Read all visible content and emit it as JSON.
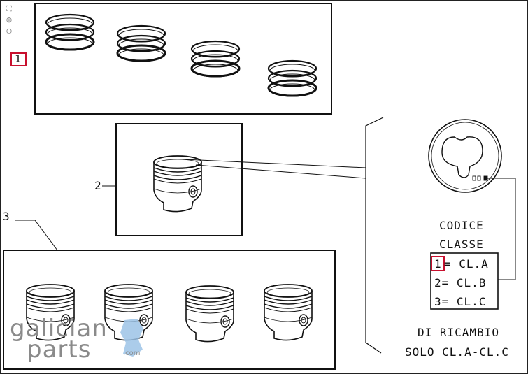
{
  "viewer": {
    "icons": [
      "fit-page-icon",
      "zoom-in-icon",
      "zoom-out-icon"
    ]
  },
  "callouts": {
    "ref_1": "1",
    "ref_2": "2",
    "ref_3": "3"
  },
  "legend": {
    "line1": "CODICE",
    "line2": "CLASSE",
    "row1_num": "1",
    "row1_text": "= CL.A",
    "row2": "2= CL.B",
    "row3": "3= CL.C",
    "note1": "DI RICAMBIO",
    "note2": "SOLO CL.A-CL.C"
  },
  "watermark": {
    "word1": "galician",
    "word2": "parts",
    "suffix": ".com"
  },
  "colors": {
    "callout_highlight": "#c8102e",
    "line": "#111111",
    "logo_grey": "#8a8a8a",
    "logo_blue": "#9cc3e6"
  }
}
